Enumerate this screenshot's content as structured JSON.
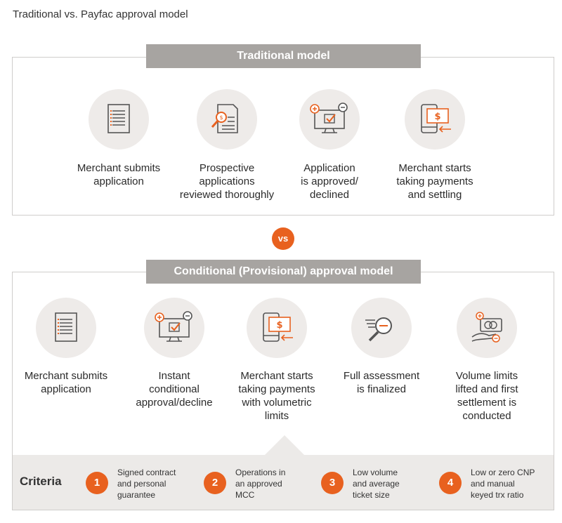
{
  "page_title": "Traditional vs. Payfac approval model",
  "traditional": {
    "heading": "Traditional model",
    "steps": [
      {
        "icon": "document-icon",
        "label": "Merchant submits\napplication"
      },
      {
        "icon": "magnifier-document-icon",
        "label": "Prospective\napplications\nreviewed thoroughly"
      },
      {
        "icon": "monitor-approval-icon",
        "label": "Application\nis approved/\ndeclined"
      },
      {
        "icon": "phone-payment-icon",
        "label": "Merchant starts\ntaking payments\nand settling"
      }
    ]
  },
  "vs_label": "vs",
  "conditional": {
    "heading": "Conditional (Provisional) approval model",
    "steps": [
      {
        "icon": "document-icon",
        "label": "Merchant submits\napplication"
      },
      {
        "icon": "monitor-approval-icon",
        "label": "Instant\nconditional\napproval/decline"
      },
      {
        "icon": "phone-payment-icon",
        "label": "Merchant starts\ntaking payments\nwith volumetric\nlimits"
      },
      {
        "icon": "magnifier-icon",
        "label": "Full assessment\nis finalized"
      },
      {
        "icon": "hand-coins-icon",
        "label": "Volume limits\nlifted and first\nsettlement is\nconducted"
      }
    ]
  },
  "criteria": {
    "title": "Criteria",
    "items": [
      {
        "number": "1",
        "text": "Signed contract\nand personal\nguarantee"
      },
      {
        "number": "2",
        "text": "Operations in\nan approved\nMCC"
      },
      {
        "number": "3",
        "text": "Low volume\nand average\nticket size"
      },
      {
        "number": "4",
        "text": "Low or zero CNP\nand manual\nkeyed trx ratio"
      }
    ]
  },
  "colors": {
    "accent": "#e8611f",
    "banner": "#a7a4a1",
    "circle": "#eeebe9",
    "criteria_bg": "#eceae8"
  }
}
